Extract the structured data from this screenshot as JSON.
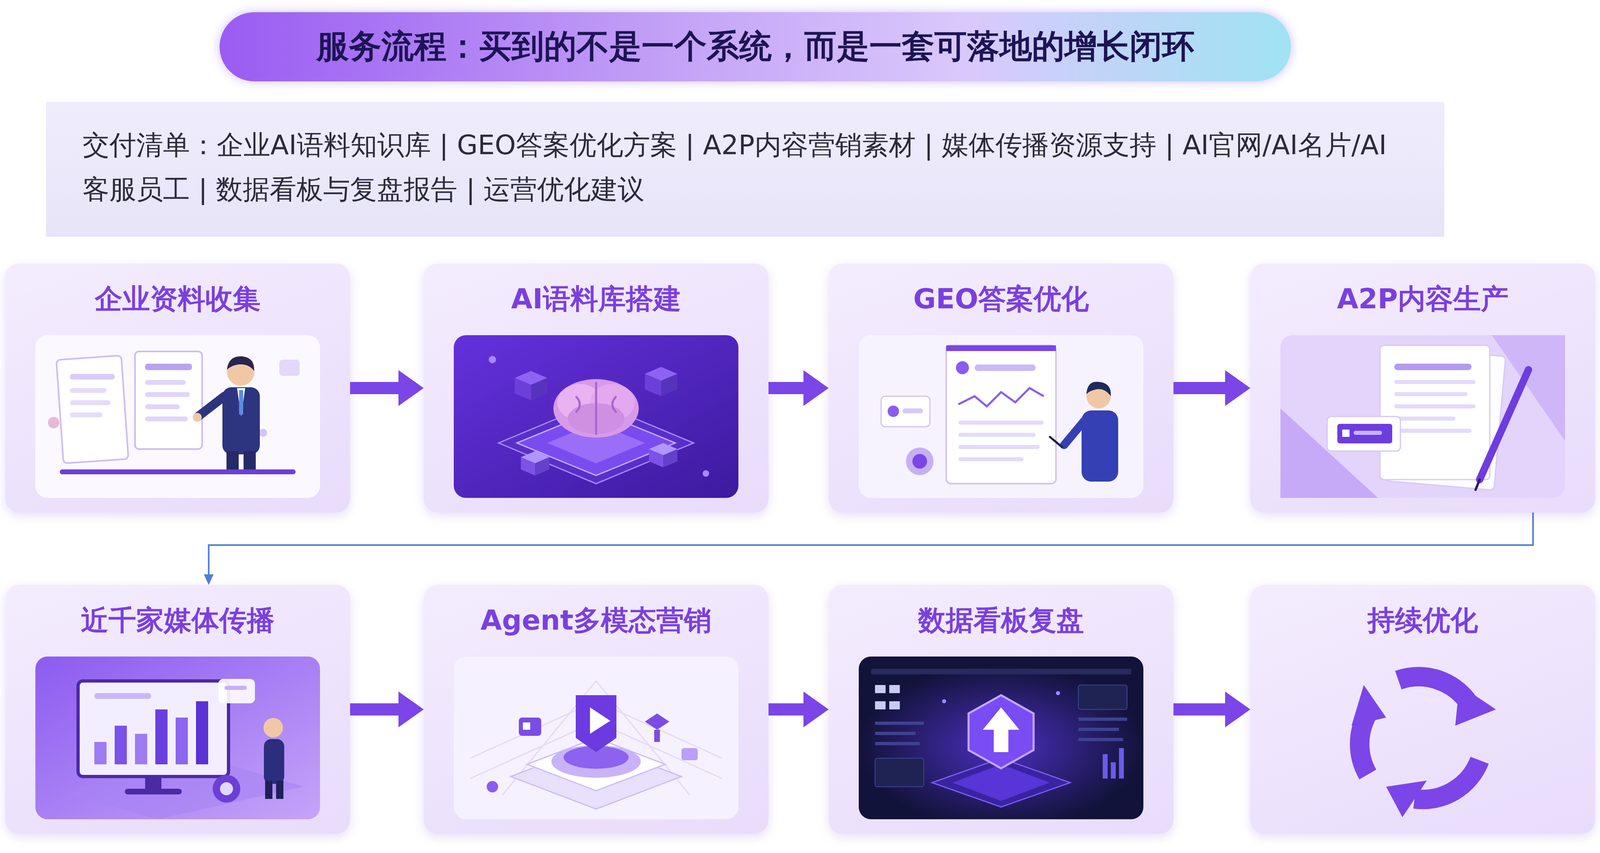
{
  "diagram": {
    "title": "服务流程：买到的不是一个系统，而是一套可落地的增长闭环",
    "nodes": [
      {
        "text": [
          "交付清单：企业AI语料知识库 | GEO答案优化方案 | A2P内容营销素材 | 媒体传播资源支持 | AI官网/AI名片/AI客服员工 | 数据看板与复盘报告 | 运营优化建议"
        ]
      },
      {
        "text": [
          "企业资料收集"
        ]
      },
      {
        "text": [
          "AI语料库搭建"
        ]
      },
      {
        "text": [
          "GEO答案优化"
        ]
      },
      {
        "text": [
          "A2P内容生产"
        ]
      },
      {
        "text": [
          "近千家媒体传播"
        ]
      },
      {
        "text": [
          "Agent多模态营销"
        ]
      },
      {
        "text": [
          "数据看板复盘"
        ]
      },
      {
        "text": [
          "持续优化"
        ]
      }
    ],
    "edges": [
      {
        "from": 1,
        "to": 2,
        "arrow": "to"
      },
      {
        "from": 2,
        "to": 3,
        "arrow": "to"
      },
      {
        "from": 3,
        "to": 4,
        "arrow": "to"
      },
      {
        "from": 4,
        "to": 5,
        "arrow": "to"
      },
      {
        "from": 5,
        "to": 6,
        "arrow": "to"
      },
      {
        "from": 6,
        "to": 7,
        "arrow": "to"
      },
      {
        "from": 7,
        "to": 8,
        "arrow": "to"
      }
    ]
  }
}
